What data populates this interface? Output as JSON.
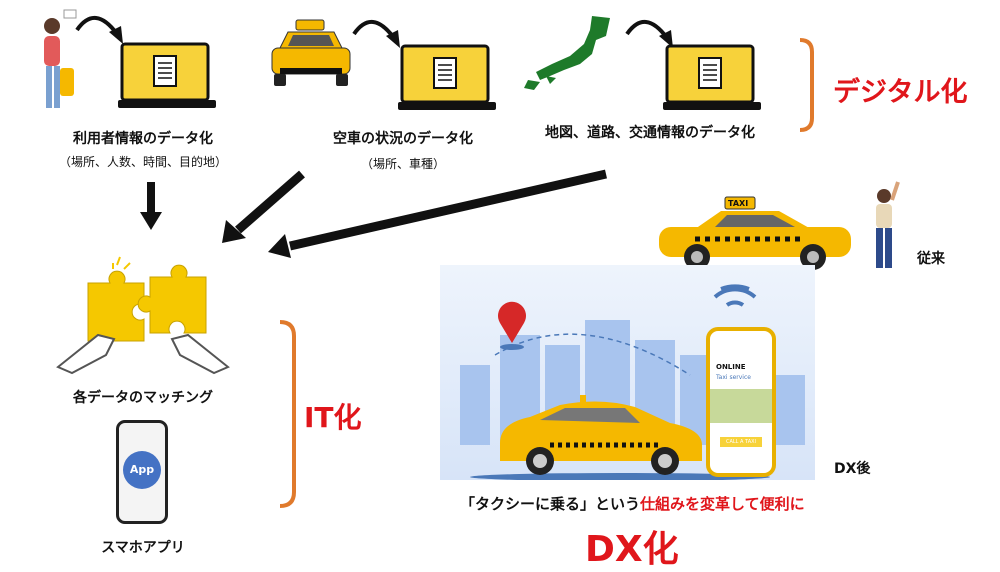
{
  "top_row": [
    {
      "label": "利用者情報のデータ化",
      "sub": "（場所、人数、時間、目的地）"
    },
    {
      "label": "空車の状況のデータ化",
      "sub": "（場所、車種）"
    },
    {
      "label": "地図、道路、交通情報のデータ化"
    }
  ],
  "digital_label": "デジタル化",
  "matching_label": "各データのマッチング",
  "app_icon_text": "App",
  "smartphone_label": "スマホアプリ",
  "it_label": "IT化",
  "taxi_sign": "TAXI",
  "conventional_label": "従来",
  "phone_screen": {
    "title": "ONLINE",
    "subtitle": "Taxi service",
    "button": "CALL A TAXI"
  },
  "dx_after_label": "DX後",
  "caption": {
    "black": "「タクシーに乗る」という",
    "red": "仕組みを変革して便利に"
  },
  "dx_label": "DX化",
  "colors": {
    "accent_red": "#e0161b",
    "bracket_orange": "#e07a2c",
    "taxi_yellow": "#f5b800",
    "laptop_screen": "#f7d23a"
  }
}
